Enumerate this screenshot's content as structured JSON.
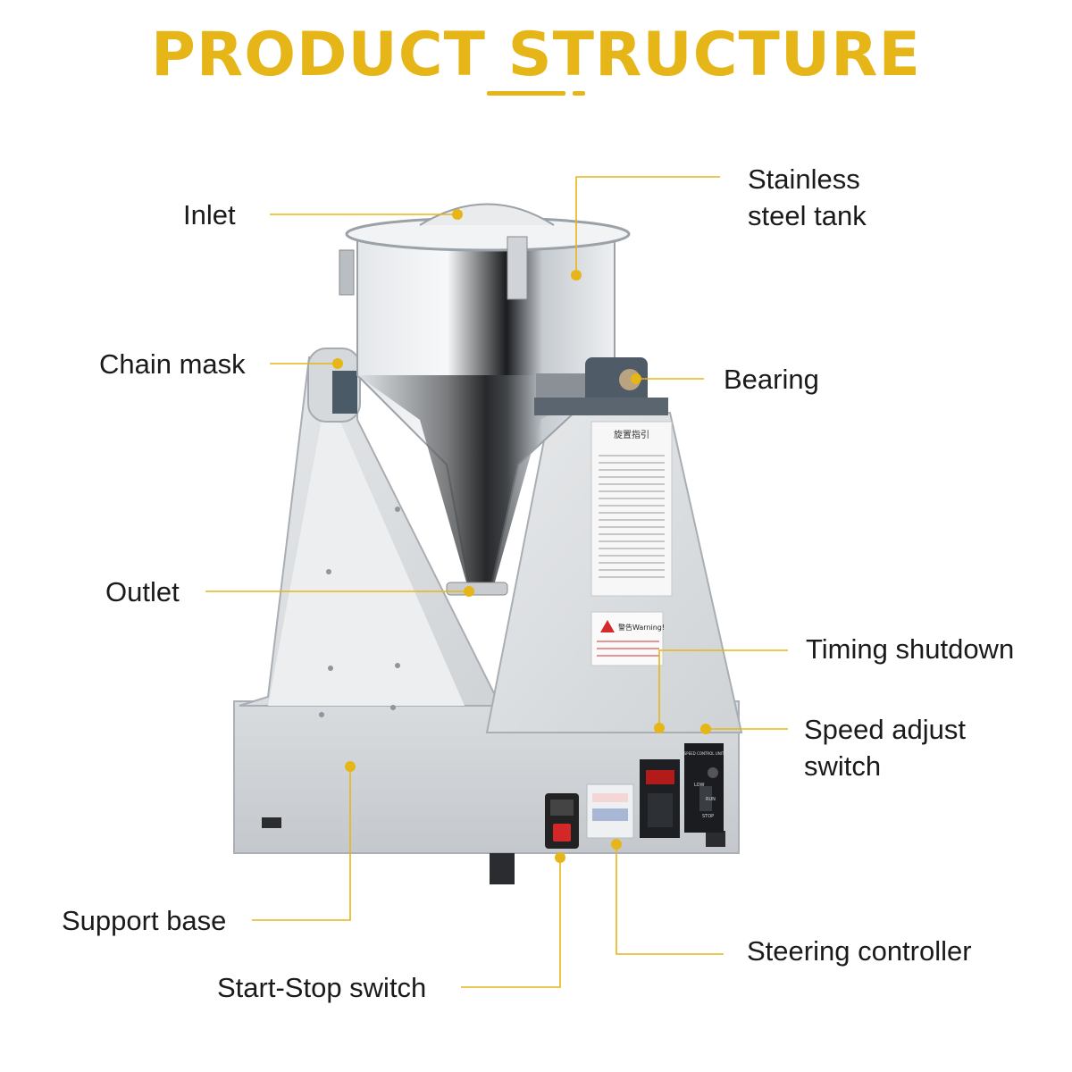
{
  "title": "PRODUCT STRUCTURE",
  "colors": {
    "accent": "#e6b619",
    "title": "#e6b619",
    "steel": "#c9cdd1",
    "text": "#1a1a1a"
  },
  "labels": {
    "inlet": "Inlet",
    "stainless_line1": "Stainless",
    "stainless_line2": "steel tank",
    "chain_mask": "Chain mask",
    "bearing": "Bearing",
    "outlet": "Outlet",
    "timing_shutdown": "Timing shutdown",
    "speed_line1": "Speed adjust",
    "speed_line2": "switch",
    "support_base": "Support base",
    "steering_controller": "Steering controller",
    "start_stop_switch": "Start-Stop switch"
  },
  "panel_text": {
    "guide_heading": "旋置指引",
    "warning": "警告Warning!",
    "speed_control": "SPEED CONTROL UNIT",
    "low": "LOW",
    "run": "RUN",
    "stop": "STOP"
  }
}
